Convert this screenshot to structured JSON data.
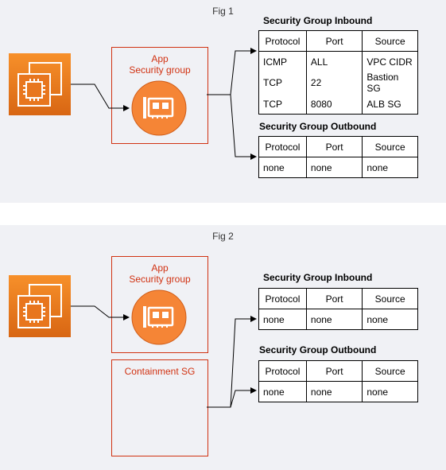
{
  "fig1": {
    "label": "Fig 1",
    "sg_title_line1": "App",
    "sg_title_line2": "Security group",
    "inbound": {
      "title": "Security Group Inbound",
      "headers": [
        "Protocol",
        "Port",
        "Source"
      ],
      "rows": [
        [
          "ICMP",
          "ALL",
          "VPC CIDR"
        ],
        [
          "TCP",
          "22",
          "Bastion SG"
        ],
        [
          "TCP",
          "8080",
          "ALB SG"
        ]
      ]
    },
    "outbound": {
      "title": "Security Group Outbound",
      "headers": [
        "Protocol",
        "Port",
        "Source"
      ],
      "rows": [
        [
          "none",
          "none",
          "none"
        ]
      ]
    }
  },
  "fig2": {
    "label": "Fig 2",
    "sg_title_line1": "App",
    "sg_title_line2": "Security group",
    "containment_title": "Containment SG",
    "inbound": {
      "title": "Security Group Inbound",
      "headers": [
        "Protocol",
        "Port",
        "Source"
      ],
      "rows": [
        [
          "none",
          "none",
          "none"
        ]
      ]
    },
    "outbound": {
      "title": "Security Group Outbound",
      "headers": [
        "Protocol",
        "Port",
        "Source"
      ],
      "rows": [
        [
          "none",
          "none",
          "none"
        ]
      ]
    }
  },
  "colors": {
    "panel_bg": "#f0f1f5",
    "aws_orange": "#f58536",
    "sg_red": "#d13212"
  },
  "icons": {
    "instance": "ec2-instances-icon",
    "network_interface": "elastic-network-interface-icon"
  }
}
